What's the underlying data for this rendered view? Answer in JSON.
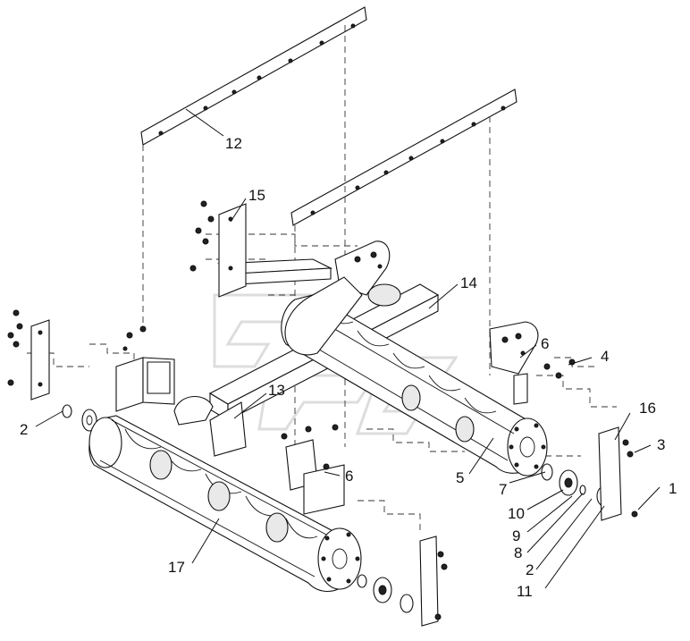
{
  "callouts": {
    "c1": "1",
    "c2a": "2",
    "c2b": "2",
    "c3": "3",
    "c4": "4",
    "c5": "5",
    "c6a": "6",
    "c6b": "6",
    "c7": "7",
    "c8": "8",
    "c9": "9",
    "c10": "10",
    "c11": "11",
    "c12": "12",
    "c13": "13",
    "c14": "14",
    "c15": "15",
    "c16": "16",
    "c17": "17"
  }
}
